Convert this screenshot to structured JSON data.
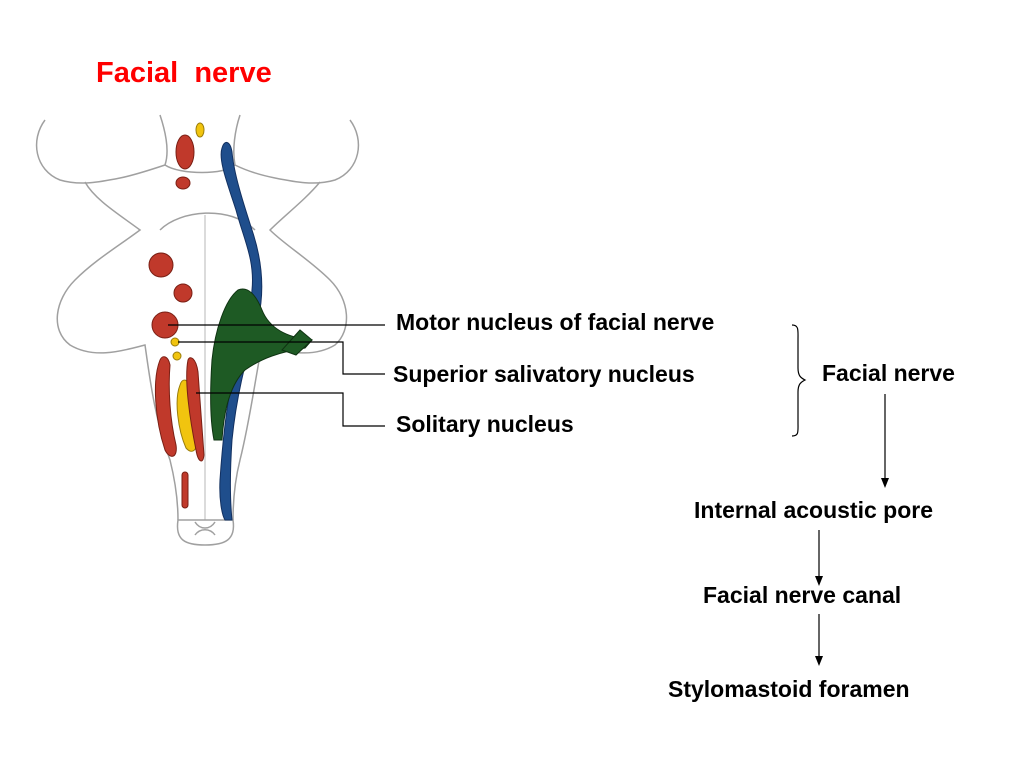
{
  "title": "Facial  nerve",
  "nuclei": {
    "motor": "Motor nucleus of facial nerve",
    "superior_salivatory": "Superior salivatory nucleus",
    "solitary": "Solitary nucleus"
  },
  "grouping_label": "Facial nerve",
  "pathway": [
    "Internal acoustic pore",
    "Facial nerve canal",
    "Stylomastoid foramen"
  ],
  "colors": {
    "title": "#ff0000",
    "motor_nuclei": "#c0392b",
    "sensory_nuclei": "#f1c40f",
    "nerve_tract": "#1f4e8c",
    "facial_nerve_fibers": "#1e5a24",
    "outline": "#999999",
    "text": "#000000"
  }
}
